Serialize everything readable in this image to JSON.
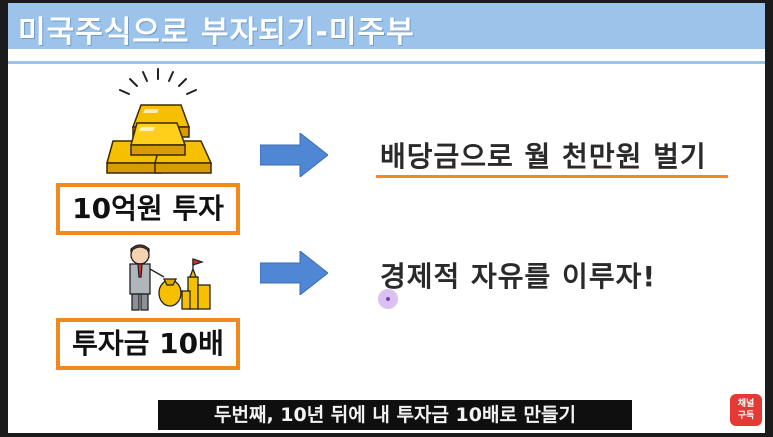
{
  "header": {
    "title": "미국주식으로 부자되기-미주부"
  },
  "left_column": {
    "label_1": "10억원 투자",
    "label_2": "투자금 10배"
  },
  "right_column": {
    "goal_1": "배당금으로 월 천만원 벌기",
    "goal_2": "경제적 자유를 이루자!"
  },
  "caption": {
    "text": "두번째, 10년 뒤에 내 투자금 10배로 만들기"
  },
  "badge": {
    "line_1": "채널",
    "line_2": "구독"
  },
  "colors": {
    "header": "#9cc3ea",
    "accent_orange": "#f08a1e",
    "arrow_blue": "#4f87d4",
    "gold": "#f6b800",
    "badge_red": "#e53935"
  },
  "icons": [
    "gold-bars-icon",
    "businessman-moneybag-icon",
    "right-arrow-icon",
    "cursor-highlight-icon"
  ]
}
